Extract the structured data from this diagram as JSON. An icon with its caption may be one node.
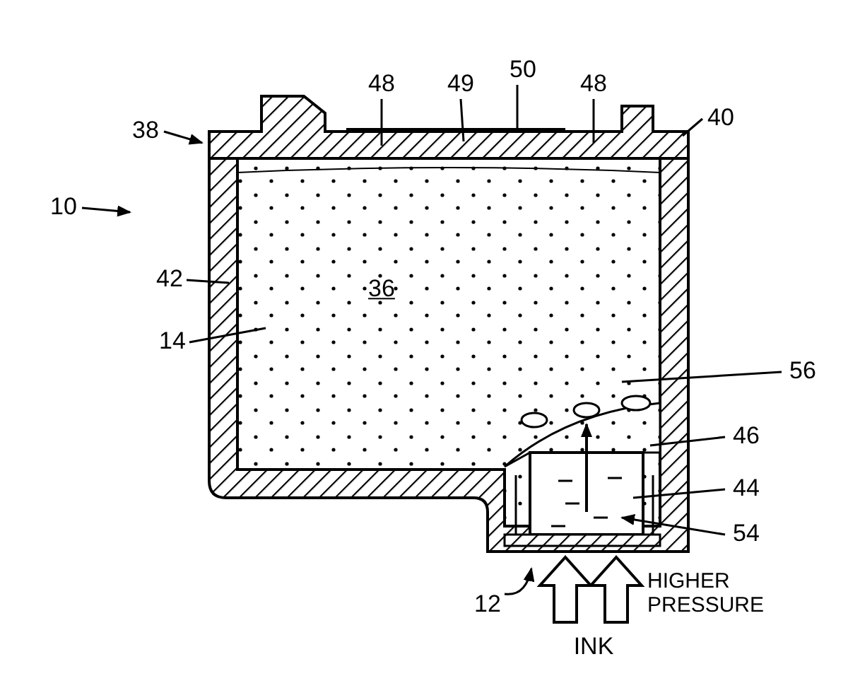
{
  "diagram": {
    "nodes": [
      {
        "text": [
          "48"
        ]
      },
      {
        "text": [
          "49"
        ]
      },
      {
        "text": [
          "50"
        ]
      },
      {
        "text": [
          "48"
        ]
      },
      {
        "text": [
          "38"
        ]
      },
      {
        "text": [
          "40"
        ]
      },
      {
        "text": [
          "10"
        ]
      },
      {
        "text": [
          "42"
        ]
      },
      {
        "text": [
          "14"
        ]
      },
      {
        "text": [
          "56"
        ]
      },
      {
        "text": [
          "46"
        ]
      },
      {
        "text": [
          "44"
        ]
      },
      {
        "text": [
          "54"
        ]
      },
      {
        "text": [
          "12"
        ]
      }
    ],
    "edges": [
      {
        "from": 0,
        "to": null,
        "arrow": "none"
      },
      {
        "from": 1,
        "to": null,
        "arrow": "none"
      },
      {
        "from": 2,
        "to": null,
        "arrow": "none"
      },
      {
        "from": 3,
        "to": null,
        "arrow": "none"
      },
      {
        "from": 4,
        "to": null,
        "arrow": "to"
      },
      {
        "from": 5,
        "to": null,
        "arrow": "none"
      },
      {
        "from": 6,
        "to": null,
        "arrow": "to"
      },
      {
        "from": 7,
        "to": null,
        "arrow": "none"
      },
      {
        "from": 8,
        "to": null,
        "arrow": "none"
      },
      {
        "from": 9,
        "to": null,
        "arrow": "none"
      },
      {
        "from": 10,
        "to": null,
        "arrow": "none"
      },
      {
        "from": 11,
        "to": null,
        "arrow": "none"
      },
      {
        "from": 12,
        "to": null,
        "arrow": "to"
      },
      {
        "from": 13,
        "to": null,
        "arrow": "to"
      }
    ],
    "labels": [
      "36",
      "HIGHER PRESSURE",
      "INK"
    ]
  }
}
